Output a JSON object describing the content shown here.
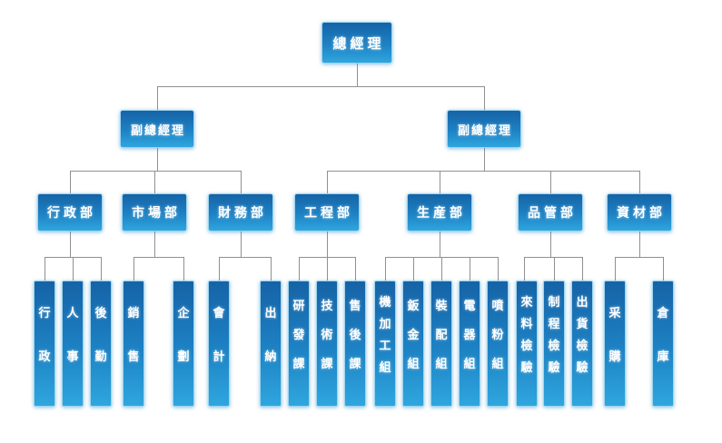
{
  "colors": {
    "node_gradient_top": "#1563a6",
    "node_gradient_mid": "#1d82c4",
    "node_gradient_bottom": "#2fa6de",
    "node_border": "#9fd4ef",
    "node_text": "#ffffff",
    "connector": "#909090",
    "background": "#ffffff"
  },
  "org": {
    "root": "總經理",
    "deputies": [
      "副總經理",
      "副總經理"
    ],
    "departments": [
      {
        "name": "行政部",
        "units": [
          "行政",
          "人事",
          "後勤"
        ]
      },
      {
        "name": "市場部",
        "units": [
          "銷售",
          "企劃"
        ]
      },
      {
        "name": "財務部",
        "units": [
          "會計",
          "出納"
        ]
      },
      {
        "name": "工程部",
        "units": [
          "研發課",
          "技術課",
          "售後課"
        ]
      },
      {
        "name": "生産部",
        "units": [
          "機加工組",
          "鈑金組",
          "裝配組",
          "電器組",
          "噴粉組"
        ]
      },
      {
        "name": "品管部",
        "units": [
          "來料檢驗",
          "制程檢驗",
          "出貨檢驗"
        ]
      },
      {
        "name": "資材部",
        "units": [
          "采購",
          "倉庫"
        ]
      }
    ]
  }
}
